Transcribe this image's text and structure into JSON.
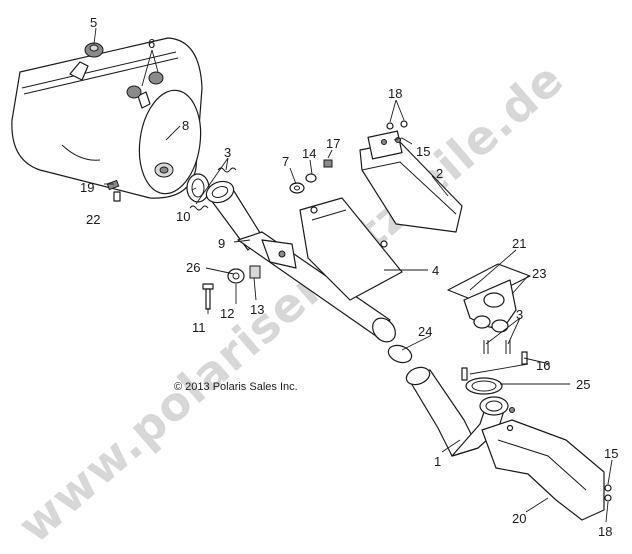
{
  "watermark": "www.polarisersatzteile.de",
  "copyright": "© 2013 Polaris Sales Inc.",
  "callouts": {
    "c1": "1",
    "c2": "2",
    "c3a": "3",
    "c3b": "3",
    "c4": "4",
    "c5": "5",
    "c6": "6",
    "c7": "7",
    "c8": "8",
    "c9": "9",
    "c10": "10",
    "c11": "11",
    "c12": "12",
    "c13": "13",
    "c14": "14",
    "c15a": "15",
    "c15b": "15",
    "c16": "16",
    "c17": "17",
    "c18a": "18",
    "c18b": "18",
    "c19": "19",
    "c20": "20",
    "c21": "21",
    "c22": "22",
    "c23": "23",
    "c24": "24",
    "c25": "25",
    "c26": "26"
  }
}
